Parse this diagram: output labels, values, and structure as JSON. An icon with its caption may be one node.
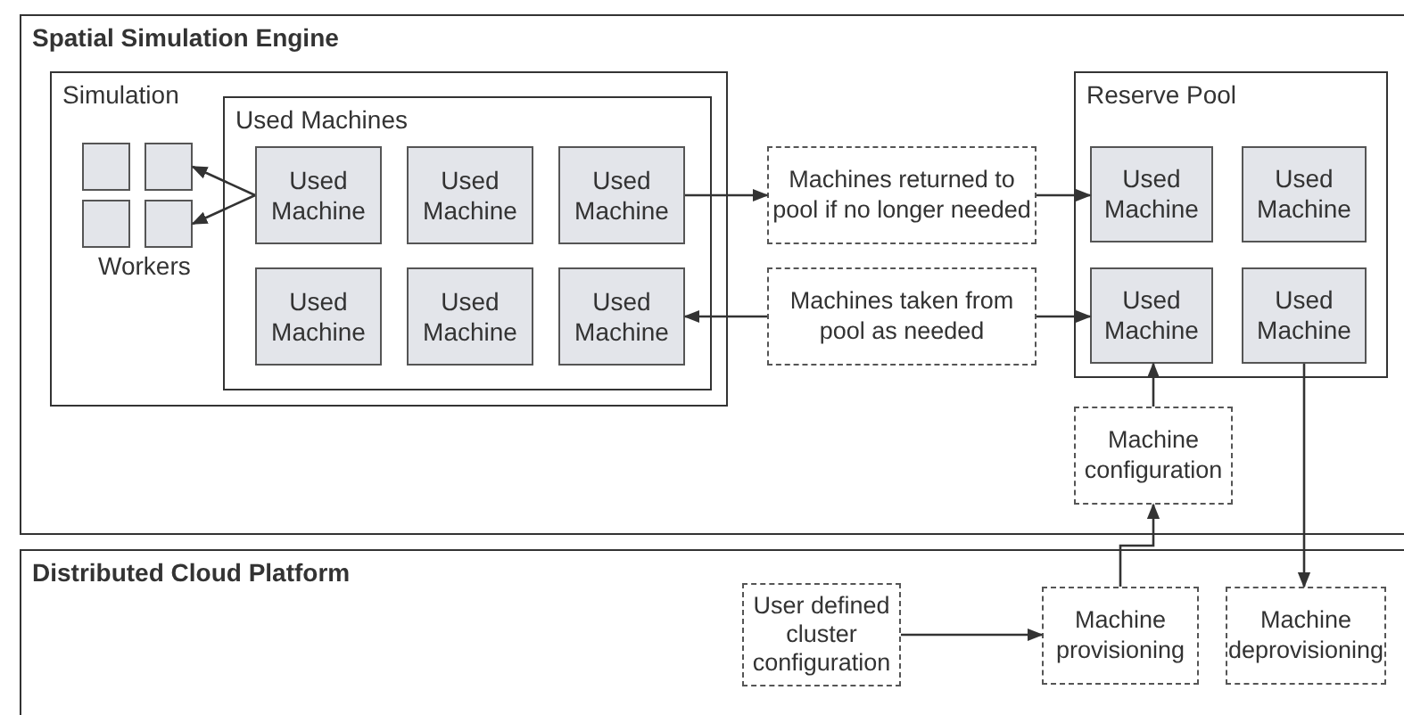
{
  "diagram": {
    "nodes": [
      {
        "text": [
          "Spatial Simulation Engine"
        ]
      },
      {
        "text": [
          "Simulation"
        ],
        "in": 0
      },
      {
        "text": [
          "Used Machines"
        ],
        "in": 1
      },
      {
        "text": [
          "Used Machine"
        ],
        "in": 2
      },
      {
        "text": [
          "Used Machine"
        ],
        "in": 2
      },
      {
        "text": [
          "Used Machine"
        ],
        "in": 2
      },
      {
        "text": [
          "Used Machine"
        ],
        "in": 2
      },
      {
        "text": [
          "Used Machine"
        ],
        "in": 2
      },
      {
        "text": [
          "Used Machine"
        ],
        "in": 2
      },
      {
        "text": [],
        "shape": "box",
        "in": 1
      },
      {
        "text": [],
        "shape": "box",
        "in": 1
      },
      {
        "text": [],
        "shape": "box",
        "in": 1
      },
      {
        "text": [],
        "shape": "box",
        "in": 1
      },
      {
        "text": [
          "Machines returned to pool if no longer needed"
        ],
        "in": 0
      },
      {
        "text": [
          "Machines taken from pool as needed"
        ],
        "in": 0
      },
      {
        "text": [
          "Reserve Pool"
        ],
        "in": 0
      },
      {
        "text": [
          "Used Machine"
        ],
        "in": 15
      },
      {
        "text": [
          "Used Machine"
        ],
        "in": 15
      },
      {
        "text": [
          "Used Machine"
        ],
        "in": 15
      },
      {
        "text": [
          "Used Machine"
        ],
        "in": 15
      },
      {
        "text": [
          "Machine configuration"
        ],
        "in": 0
      },
      {
        "text": [
          "Distributed Cloud Platform"
        ]
      },
      {
        "text": [
          "User defined cluster configuration"
        ],
        "in": 21
      },
      {
        "text": [
          "Machine provisioning"
        ],
        "in": 21
      },
      {
        "text": [
          "Machine deprovisioning"
        ],
        "in": 21
      }
    ],
    "edges": [
      {
        "from": 3,
        "to": 10,
        "arrow": "to"
      },
      {
        "from": 3,
        "to": 12,
        "arrow": "to"
      },
      {
        "from": 5,
        "to": 13,
        "arrow": "to"
      },
      {
        "from": 13,
        "to": 16,
        "arrow": "to"
      },
      {
        "from": 14,
        "to": 8,
        "arrow": "to"
      },
      {
        "from": 14,
        "to": 18,
        "arrow": "to"
      },
      {
        "from": 20,
        "to": 18,
        "arrow": "to"
      },
      {
        "from": 19,
        "to": 24,
        "arrow": "to"
      },
      {
        "from": 22,
        "to": 23,
        "arrow": "to"
      },
      {
        "from": 23,
        "to": 20,
        "arrow": "to"
      }
    ],
    "labels": [
      "Workers"
    ]
  }
}
